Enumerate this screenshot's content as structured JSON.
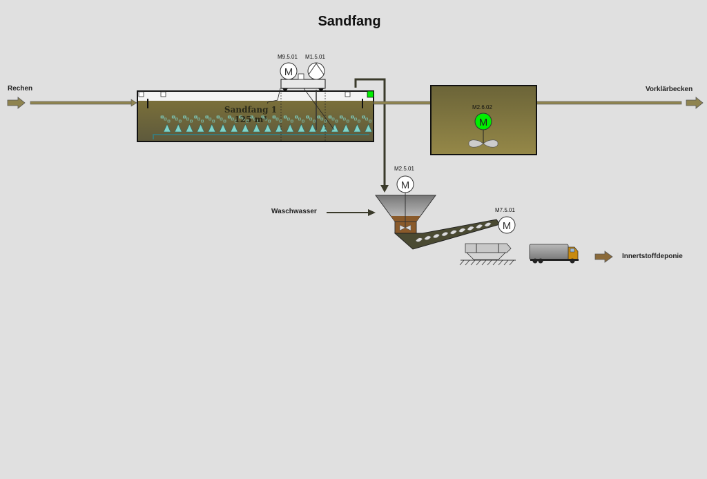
{
  "page": {
    "title": "Sandfang"
  },
  "labels": {
    "inlet": "Rechen",
    "outlet": "Vorklärbecken",
    "wash_water": "Waschwasser",
    "disposal": "Innertstoffdeponie"
  },
  "sand_trap": {
    "name": "Sandfang 1",
    "volume": "125 m³"
  },
  "motors": {
    "blower": {
      "id": "M9.5.01",
      "symbol": "M"
    },
    "pump": {
      "id": "M1.5.01"
    },
    "agitator": {
      "id": "M2.6.02",
      "symbol": "M",
      "status": "running"
    },
    "classifier": {
      "id": "M2.5.01",
      "symbol": "M"
    },
    "screw": {
      "id": "M7.5.01",
      "symbol": "M"
    }
  },
  "colors": {
    "background": "#e0e0e0",
    "water": "#8a7d45",
    "pipe": "#8f8450",
    "running": "#00ee00",
    "bubbles": "#7fd3c8",
    "sludge": "#8a5a2a",
    "truck_cab": "#c88a10"
  }
}
